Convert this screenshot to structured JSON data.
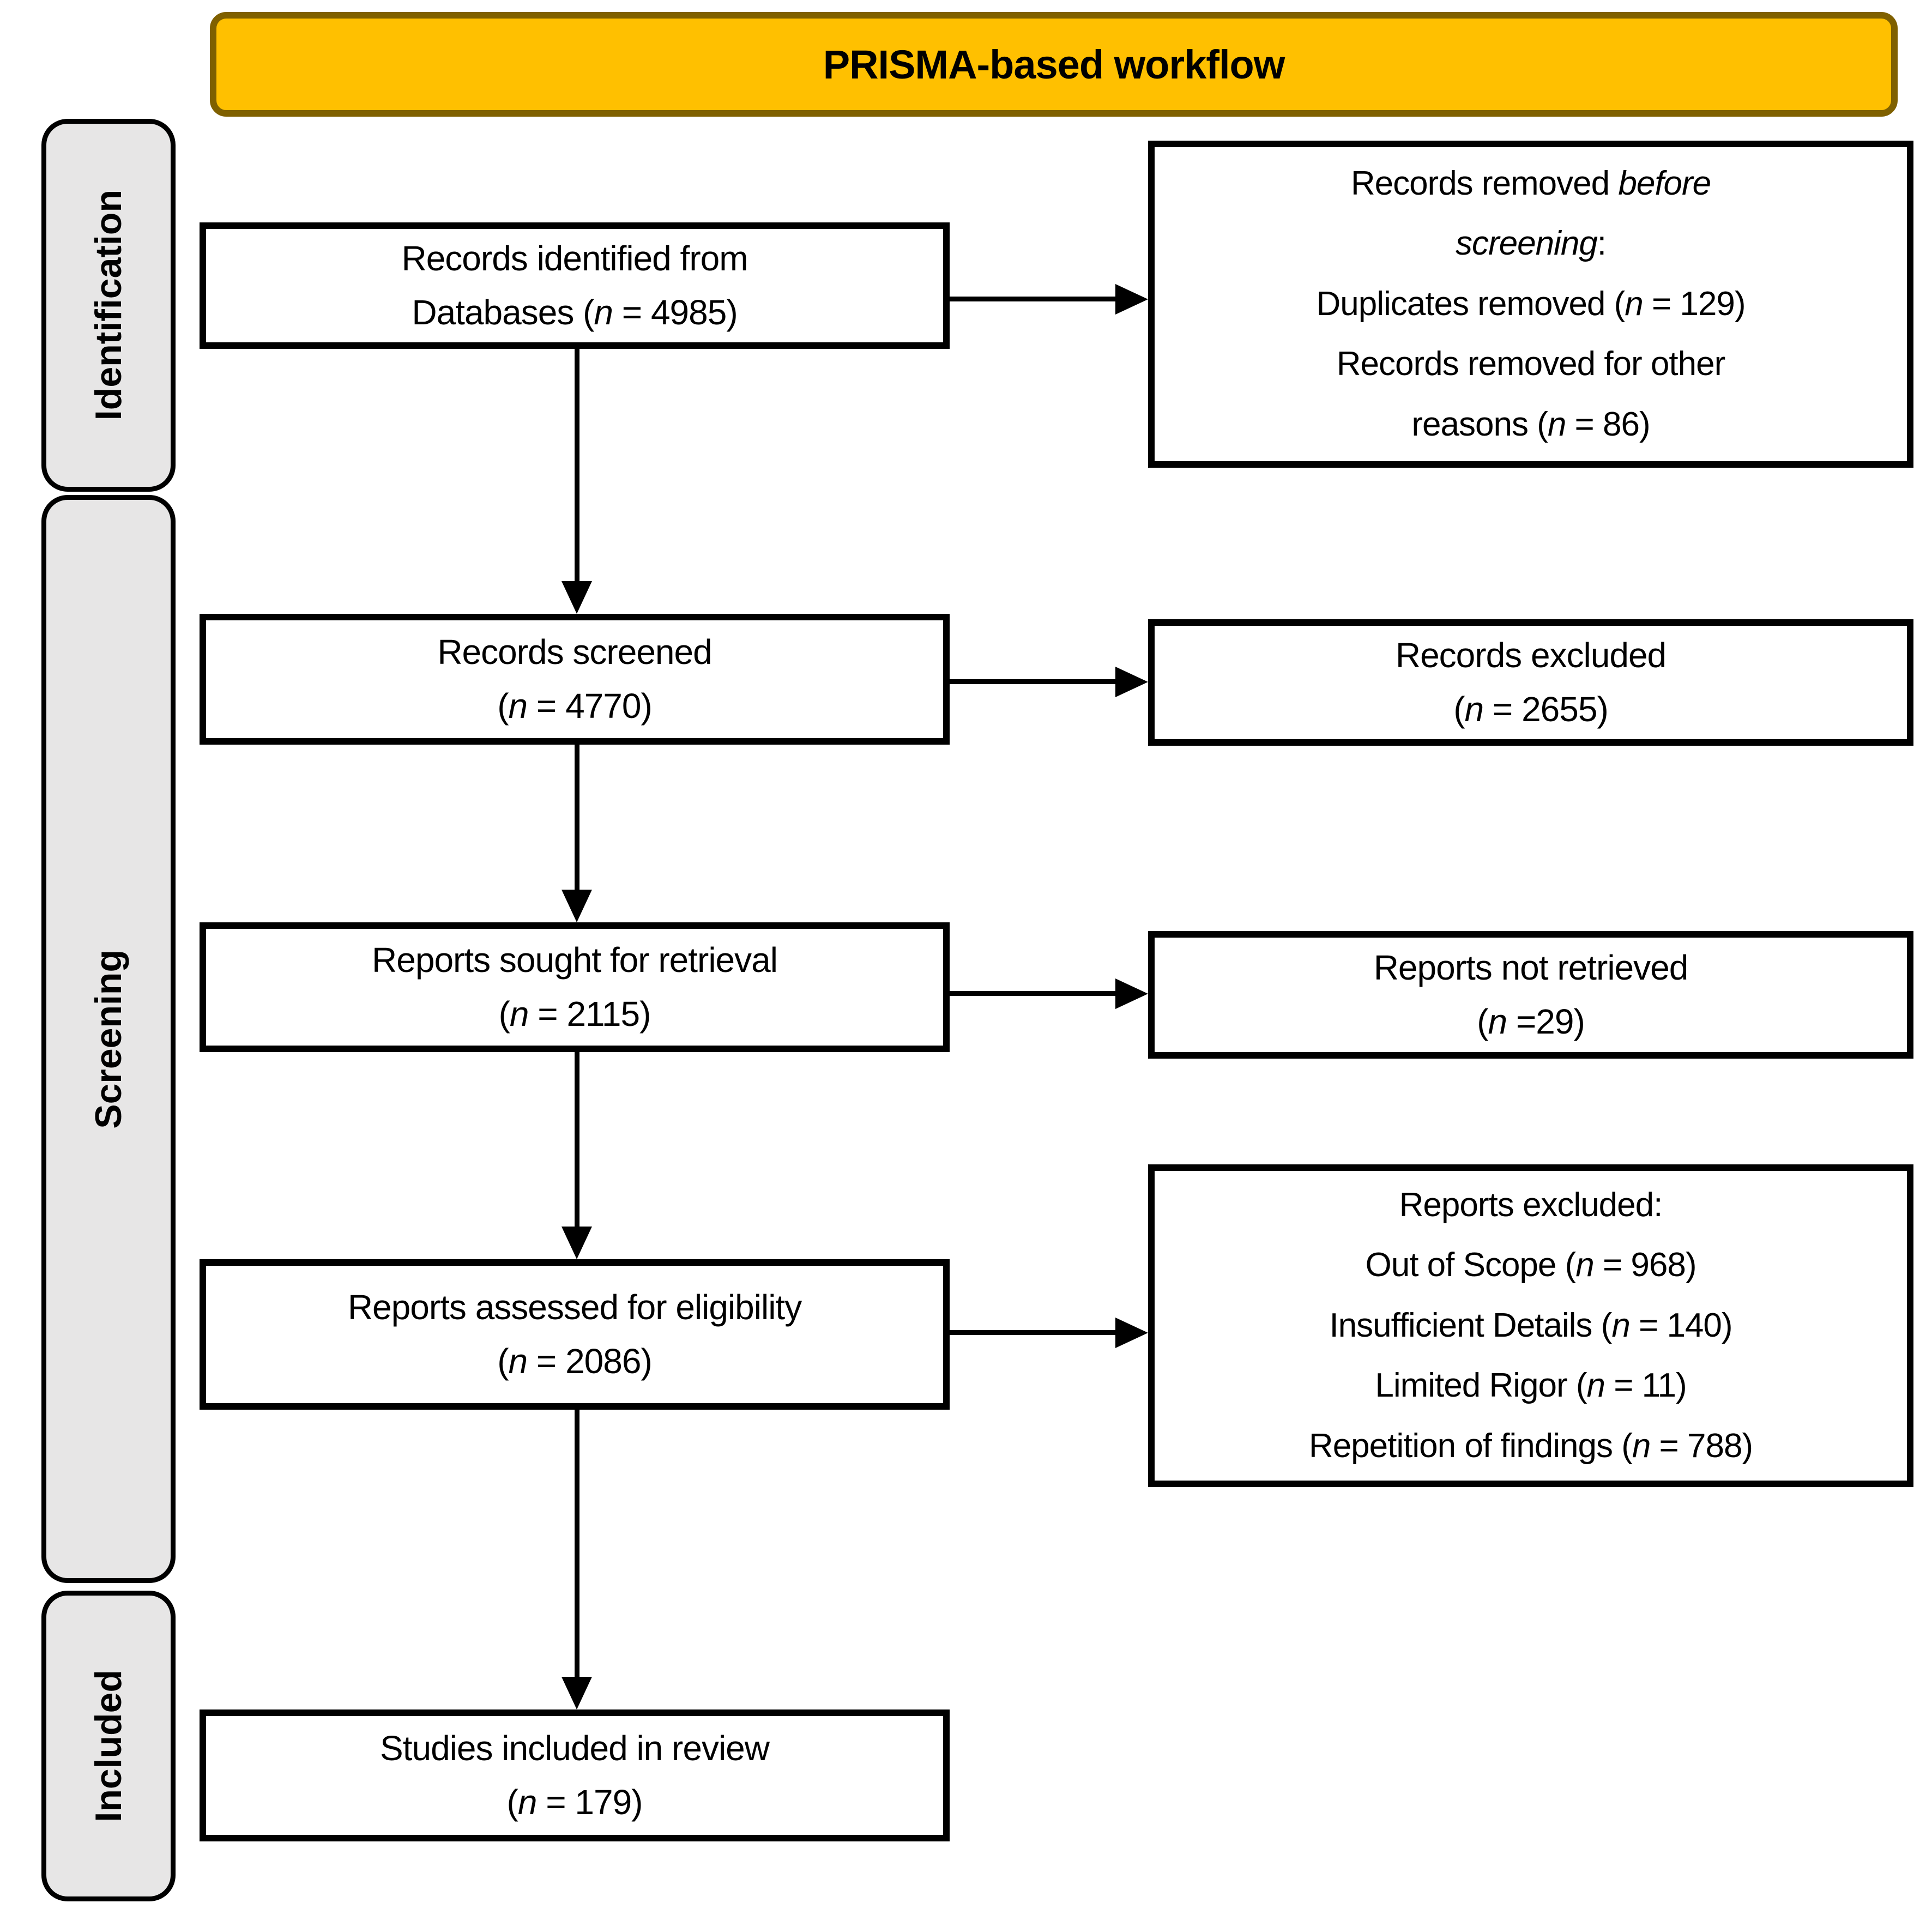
{
  "title": "PRISMA-based workflow",
  "colors": {
    "banner_fill": "#FFC000",
    "banner_border": "#7F6000",
    "sidebar_fill": "#E7E6E6",
    "box_fill": "#FFFFFF",
    "box_border": "#000000",
    "arrow": "#000000",
    "text": "#000000"
  },
  "sidebar": {
    "items": [
      {
        "label": "Identification"
      },
      {
        "label": "Screening"
      },
      {
        "label": "Included"
      }
    ]
  },
  "flow": {
    "identified": {
      "lines": [
        [
          {
            "t": "Records identified from"
          }
        ],
        [
          {
            "t": "Databases ("
          },
          {
            "t": "n",
            "i": true
          },
          {
            "t": " = 4985)"
          }
        ]
      ]
    },
    "removed_before": {
      "lines": [
        [
          {
            "t": "Records removed "
          },
          {
            "t": "before",
            "i": true
          }
        ],
        [
          {
            "t": "screening",
            "i": true
          },
          {
            "t": ":"
          }
        ],
        [
          {
            "t": "Duplicates removed ("
          },
          {
            "t": "n",
            "i": true
          },
          {
            "t": " = 129)"
          }
        ],
        [
          {
            "t": "Records removed for other"
          }
        ],
        [
          {
            "t": "reasons ("
          },
          {
            "t": "n",
            "i": true
          },
          {
            "t": " = 86)"
          }
        ]
      ]
    },
    "screened": {
      "lines": [
        [
          {
            "t": "Records screened"
          }
        ],
        [
          {
            "t": "("
          },
          {
            "t": "n",
            "i": true
          },
          {
            "t": " = 4770)"
          }
        ]
      ]
    },
    "records_excluded": {
      "lines": [
        [
          {
            "t": "Records excluded"
          }
        ],
        [
          {
            "t": "("
          },
          {
            "t": "n",
            "i": true
          },
          {
            "t": " = 2655)"
          }
        ]
      ]
    },
    "sought": {
      "lines": [
        [
          {
            "t": "Reports sought for retrieval"
          }
        ],
        [
          {
            "t": "("
          },
          {
            "t": "n",
            "i": true
          },
          {
            "t": " = 2115)"
          }
        ]
      ]
    },
    "not_retrieved": {
      "lines": [
        [
          {
            "t": "Reports not retrieved"
          }
        ],
        [
          {
            "t": "("
          },
          {
            "t": "n",
            "i": true
          },
          {
            "t": " =29)"
          }
        ]
      ]
    },
    "assessed": {
      "lines": [
        [
          {
            "t": "Reports assessed for eligibility"
          }
        ],
        [
          {
            "t": "("
          },
          {
            "t": "n",
            "i": true
          },
          {
            "t": " = 2086)"
          }
        ]
      ]
    },
    "reports_excluded": {
      "lines": [
        [
          {
            "t": "Reports excluded:"
          }
        ],
        [
          {
            "t": "Out of Scope ("
          },
          {
            "t": "n",
            "i": true
          },
          {
            "t": " = 968)"
          }
        ],
        [
          {
            "t": "Insufficient Details ("
          },
          {
            "t": "n",
            "i": true
          },
          {
            "t": " = 140)"
          }
        ],
        [
          {
            "t": "Limited Rigor ("
          },
          {
            "t": "n",
            "i": true
          },
          {
            "t": " = 11)"
          }
        ],
        [
          {
            "t": "Repetition of findings ("
          },
          {
            "t": "n",
            "i": true
          },
          {
            "t": " = 788)"
          }
        ]
      ]
    },
    "included_review": {
      "lines": [
        [
          {
            "t": "Studies included in review"
          }
        ],
        [
          {
            "t": "("
          },
          {
            "t": "n",
            "i": true
          },
          {
            "t": " = 179)"
          }
        ]
      ]
    }
  }
}
